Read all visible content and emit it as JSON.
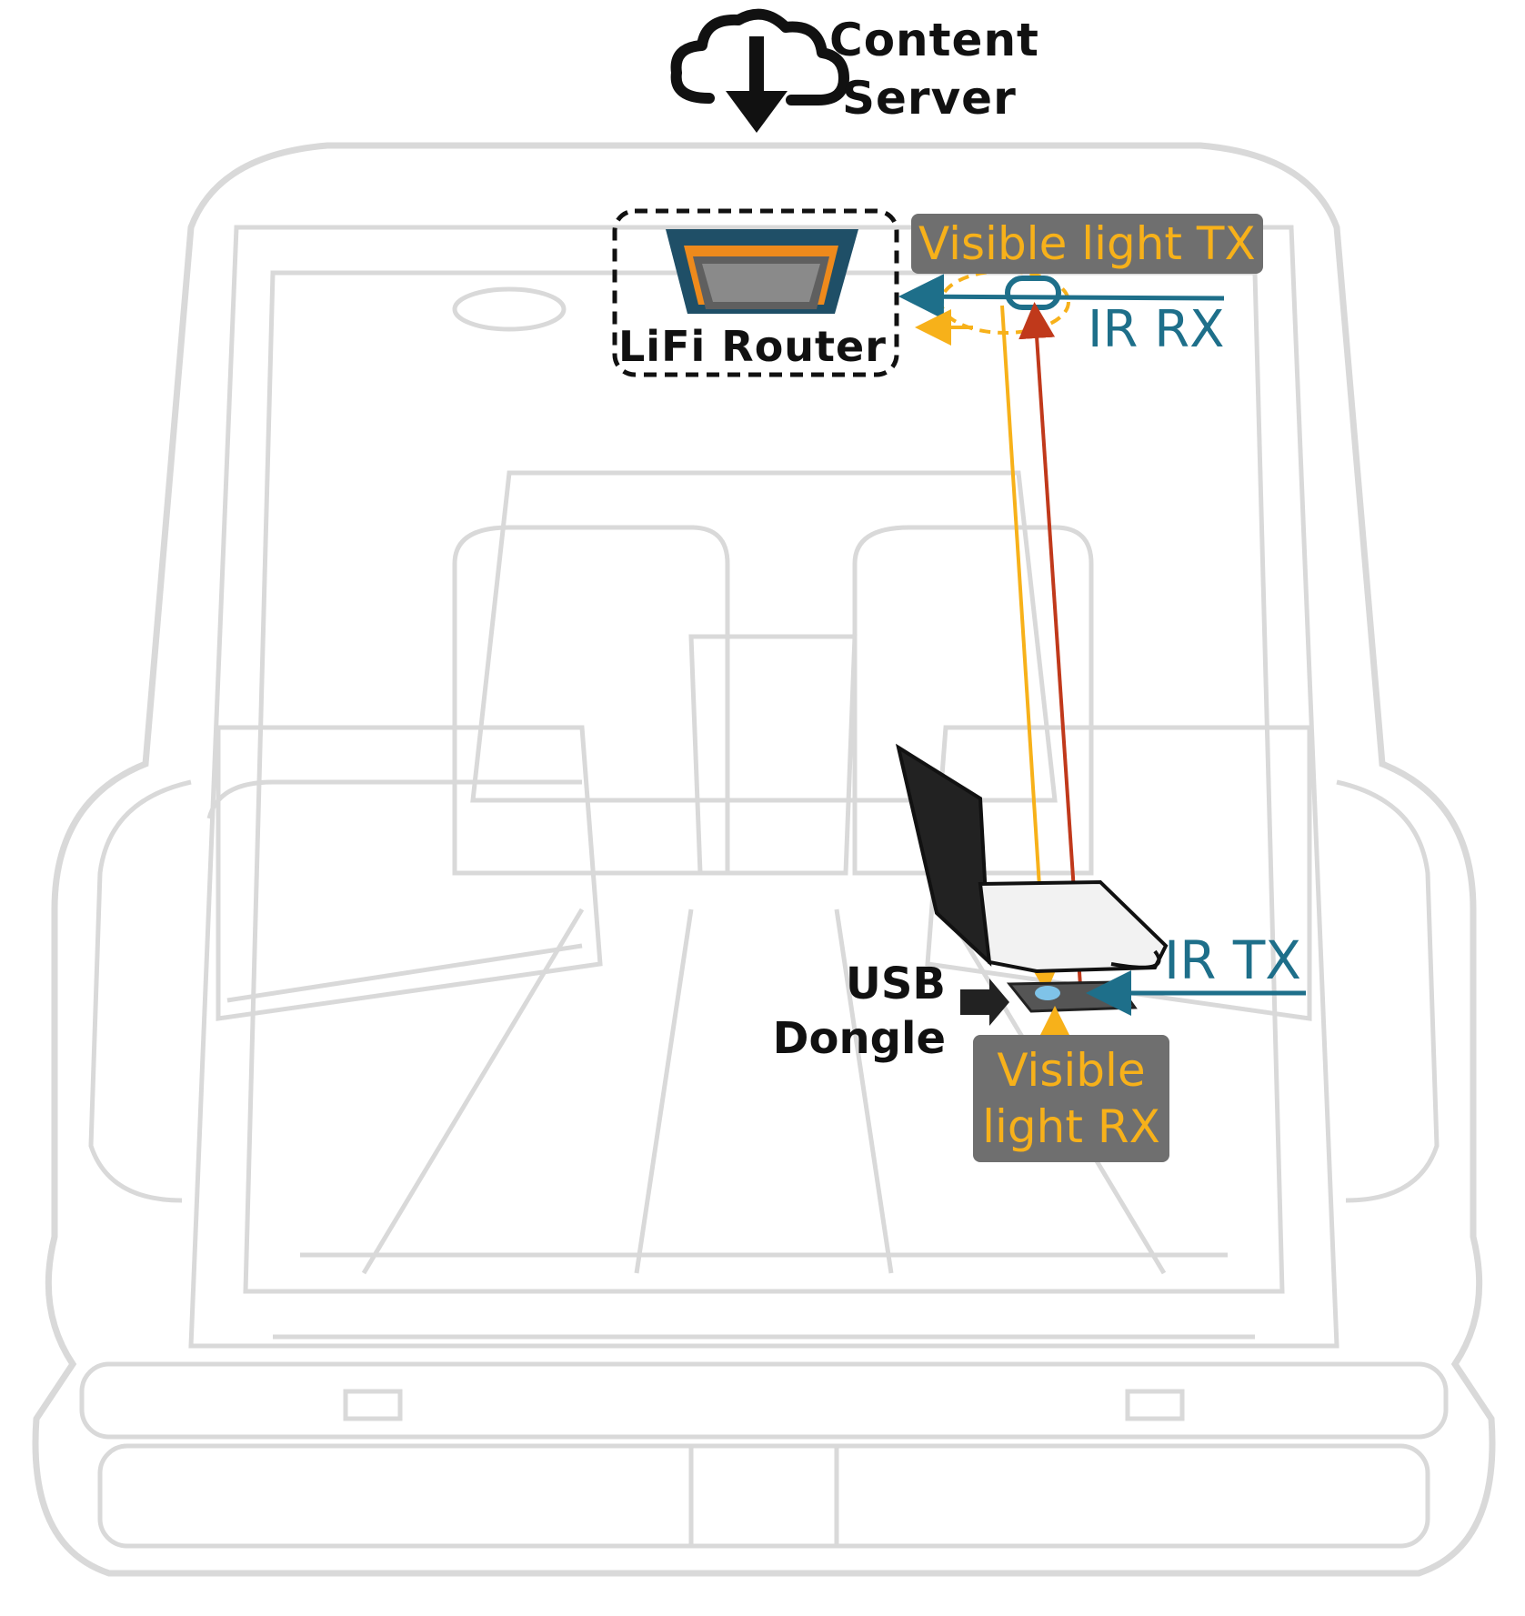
{
  "diagram": {
    "title_line1": "Content",
    "title_line2": "Server",
    "router_label": "LiFi Router",
    "vl_tx_label": "Visible light TX",
    "ir_rx_label": "IR RX",
    "ir_tx_label": "IR TX",
    "usb_line1": "USB",
    "usb_line2": "Dongle",
    "vl_rx_line1": "Visible",
    "vl_rx_line2": "light RX"
  },
  "colors": {
    "visible_light": "#f7b11a",
    "infrared_uplink": "#c0391b",
    "ir_label": "#1e6f8a",
    "label_background": "#6f6f6f"
  }
}
